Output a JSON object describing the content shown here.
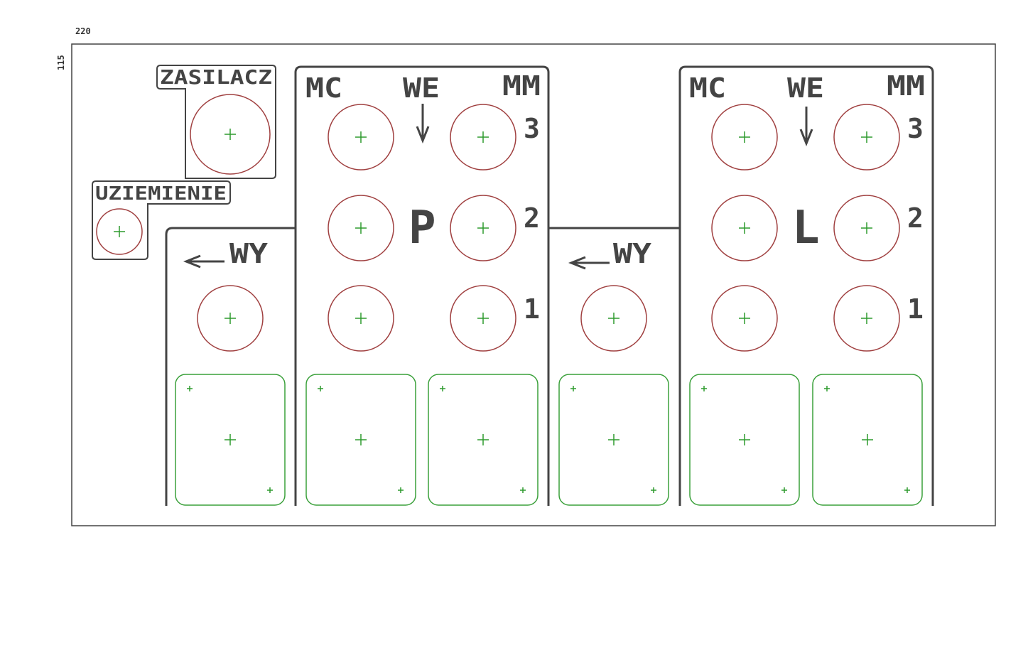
{
  "dimensions": {
    "width": "220",
    "height": "115"
  },
  "colors": {
    "outline": "#444444",
    "hole": "#a04040",
    "cross": "#2e9a2e",
    "pad": "#3aa03a"
  },
  "labels": {
    "power": "ZASILACZ",
    "ground": "UZIEMIENIE",
    "left_out": "WY",
    "right_out": "WY",
    "channel_p": {
      "mc": "MC",
      "we": "WE",
      "mm": "MM",
      "letter": "P",
      "n3": "3",
      "n2": "2",
      "n1": "1"
    },
    "channel_l": {
      "mc": "MC",
      "we": "WE",
      "mm": "MM",
      "letter": "L",
      "n3": "3",
      "n2": "2",
      "n1": "1"
    }
  }
}
